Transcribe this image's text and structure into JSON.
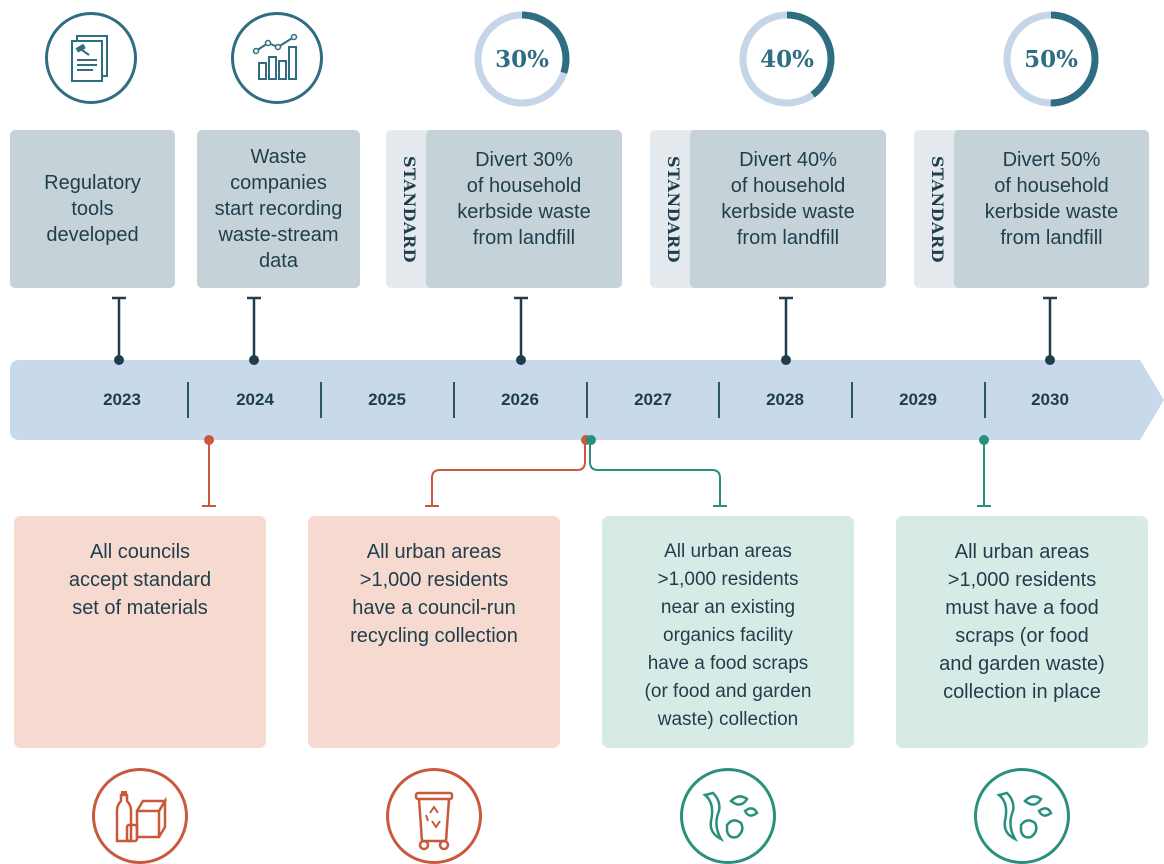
{
  "top_items": [
    {
      "text_lines": [
        "Regulatory",
        "tools",
        "developed"
      ],
      "icon": "document-gavel-icon"
    },
    {
      "text_lines": [
        "Waste",
        "companies",
        "start recording",
        "waste-stream",
        "data"
      ],
      "icon": "growth-chart-icon"
    },
    {
      "percent": "30%",
      "progress": 0.3,
      "tab": "STANDARD",
      "text_lines": [
        "Divert 30%",
        "of household",
        "kerbside waste",
        "from landfill"
      ]
    },
    {
      "percent": "40%",
      "progress": 0.4,
      "tab": "STANDARD",
      "text_lines": [
        "Divert 40%",
        "of household",
        "kerbside waste",
        "from landfill"
      ]
    },
    {
      "percent": "50%",
      "progress": 0.5,
      "tab": "STANDARD",
      "text_lines": [
        "Divert 50%",
        "of household",
        "kerbside waste",
        "from landfill"
      ]
    }
  ],
  "years": [
    "2023",
    "2024",
    "2025",
    "2026",
    "2027",
    "2028",
    "2029",
    "2030"
  ],
  "bottom_items": [
    {
      "text_lines": [
        "All councils",
        "accept standard",
        "set of materials"
      ],
      "icon": "recyclables-box-icon"
    },
    {
      "text_lines": [
        "All urban areas",
        ">1,000 residents",
        "have a council-run",
        "recycling collection"
      ],
      "icon": "recycling-bin-icon"
    },
    {
      "text_lines": [
        "All urban areas",
        ">1,000 residents",
        "near an existing",
        "organics facility",
        "have a food scraps",
        "(or food and garden",
        "waste) collection"
      ],
      "icon": "food-scraps-icon"
    },
    {
      "text_lines": [
        "All urban areas",
        ">1,000 residents",
        "must have a food",
        "scraps (or food",
        "and garden waste)",
        "collection in place"
      ],
      "icon": "food-scraps-icon"
    }
  ],
  "colors": {
    "dark_teal": "#2f6e82",
    "ring_track": "#c5d6e8",
    "top_box": "#c5d3d9",
    "tab": "#e3e9ec",
    "timeline": "#c9d9ec",
    "orange": "#c8593a",
    "teal": "#2b8f7d",
    "salmon_box": "#f6d9cf",
    "mint_box": "#d6ebe6"
  }
}
